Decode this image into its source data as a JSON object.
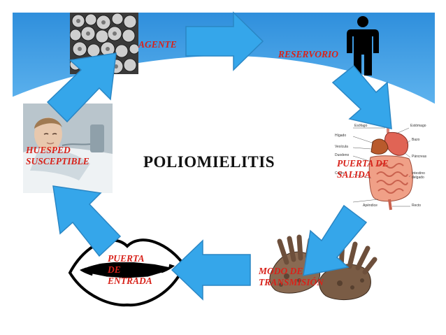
{
  "slide": {
    "title": "POLIOMIELITIS",
    "colors": {
      "banner": "#3d9be0",
      "arrow": "#35a6ea",
      "label": "#d8231b"
    }
  },
  "cycle": {
    "agente": "AGENTE",
    "reservorio": "RESERVORIO",
    "puerta_salida": "PUERTA DE\nSALIDA",
    "modo_transmision": "MODO DE\nTRANSMISIÓN",
    "puerta_entrada": "PUERTA\nDE\nENTRADA",
    "huesped": "HUESPED\nSUSCEPTIBLE"
  },
  "icons": {
    "agente": "virus-micrograph-icon",
    "reservorio": "person-silhouette-icon",
    "puerta_salida": "digestive-system-icon",
    "modo_transmision": "dirty-hands-icon",
    "puerta_entrada": "mouth-icon",
    "huesped": "sick-child-icon"
  }
}
